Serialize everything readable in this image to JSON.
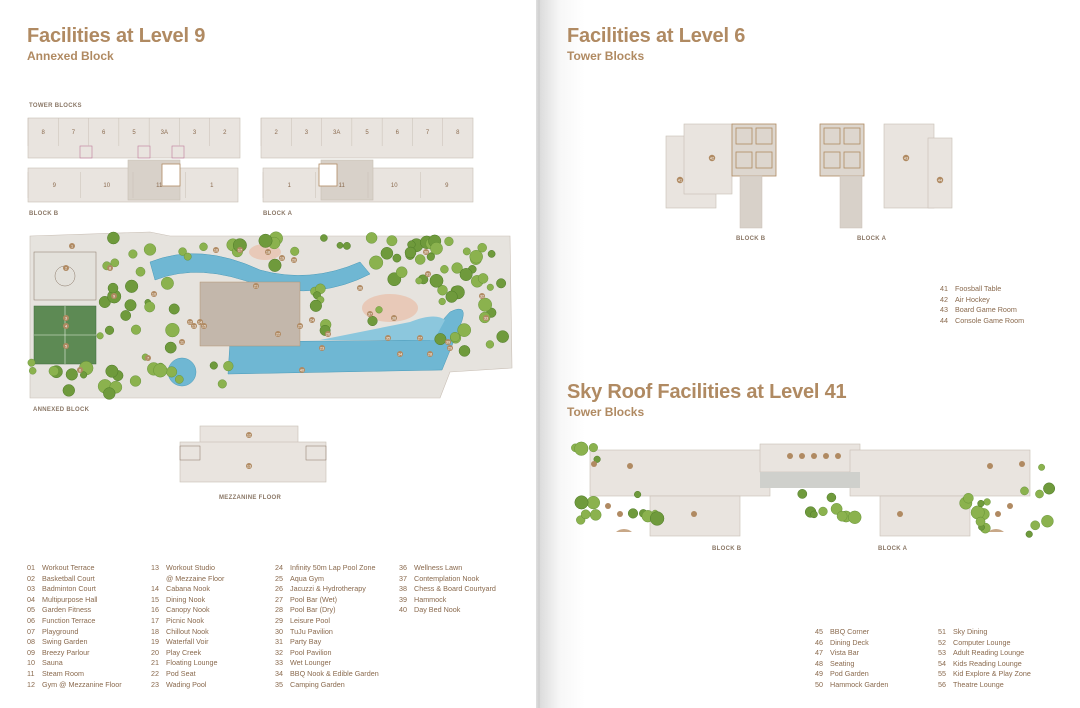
{
  "left_page": {
    "title": "Facilities at Level 9",
    "subtitle": "Annexed Block",
    "labels": {
      "tower_blocks": "TOWER BLOCKS",
      "block_b": "BLOCK B",
      "block_a": "BLOCK A",
      "annexed_block": "ANNEXED BLOCK",
      "mezzanine_floor": "MEZZANINE FLOOR"
    },
    "block_b_top_units": [
      "8",
      "7",
      "6",
      "5",
      "3A",
      "3",
      "2"
    ],
    "block_b_bottom_units": [
      "9",
      "10",
      "11",
      "1"
    ],
    "block_a_top_units": [
      "2",
      "3",
      "3A",
      "5",
      "6",
      "7",
      "8"
    ],
    "block_a_bottom_units": [
      "1",
      "11",
      "10",
      "9"
    ],
    "legend": [
      [
        {
          "num": "01",
          "name": "Workout Terrace"
        },
        {
          "num": "02",
          "name": "Basketball Court"
        },
        {
          "num": "03",
          "name": "Badminton Court"
        },
        {
          "num": "04",
          "name": "Multipurpose Hall"
        },
        {
          "num": "05",
          "name": "Garden Fitness"
        },
        {
          "num": "06",
          "name": "Function Terrace"
        },
        {
          "num": "07",
          "name": "Playground"
        },
        {
          "num": "08",
          "name": "Swing Garden"
        },
        {
          "num": "09",
          "name": "Breezy Parlour"
        },
        {
          "num": "10",
          "name": "Sauna"
        },
        {
          "num": "11",
          "name": "Steam Room"
        },
        {
          "num": "12",
          "name": "Gym @ Mezzanine Floor"
        }
      ],
      [
        {
          "num": "13",
          "name": "Workout Studio"
        },
        {
          "num": "",
          "name": "@ Mezzaine Floor"
        },
        {
          "num": "14",
          "name": "Cabana Nook"
        },
        {
          "num": "15",
          "name": "Dining Nook"
        },
        {
          "num": "16",
          "name": "Canopy Nook"
        },
        {
          "num": "17",
          "name": "Picnic Nook"
        },
        {
          "num": "18",
          "name": "Chillout Nook"
        },
        {
          "num": "19",
          "name": "Waterfall Voir"
        },
        {
          "num": "20",
          "name": "Play Creek"
        },
        {
          "num": "21",
          "name": "Floating Lounge"
        },
        {
          "num": "22",
          "name": "Pod Seat"
        },
        {
          "num": "23",
          "name": "Wading Pool"
        }
      ],
      [
        {
          "num": "24",
          "name": "Infinity 50m Lap Pool Zone"
        },
        {
          "num": "25",
          "name": "Aqua Gym"
        },
        {
          "num": "26",
          "name": "Jacuzzi & Hydrotherapy"
        },
        {
          "num": "27",
          "name": "Pool Bar (Wet)"
        },
        {
          "num": "28",
          "name": "Pool Bar (Dry)"
        },
        {
          "num": "29",
          "name": "Leisure Pool"
        },
        {
          "num": "30",
          "name": "TuJu Pavilion"
        },
        {
          "num": "31",
          "name": "Party Bay"
        },
        {
          "num": "32",
          "name": "Pool Pavilion"
        },
        {
          "num": "33",
          "name": "Wet Lounger"
        },
        {
          "num": "34",
          "name": "BBQ Nook & Edible Garden"
        },
        {
          "num": "35",
          "name": "Camping Garden"
        }
      ],
      [
        {
          "num": "36",
          "name": "Wellness Lawn"
        },
        {
          "num": "37",
          "name": "Contemplation Nook"
        },
        {
          "num": "38",
          "name": "Chess & Board Courtyard"
        },
        {
          "num": "39",
          "name": "Hammock"
        },
        {
          "num": "40",
          "name": "Day Bed Nook"
        }
      ]
    ]
  },
  "right_page": {
    "level6": {
      "title": "Facilities at Level 6",
      "subtitle": "Tower Blocks",
      "block_b": "BLOCK B",
      "block_a": "BLOCK A",
      "legend": [
        {
          "num": "41",
          "name": "Foosball Table"
        },
        {
          "num": "42",
          "name": "Air Hockey"
        },
        {
          "num": "43",
          "name": "Board Game Room"
        },
        {
          "num": "44",
          "name": "Console Game Room"
        }
      ]
    },
    "sky_roof": {
      "title": "Sky Roof Facilities at Level 41",
      "subtitle": "Tower Blocks",
      "block_b": "BLOCK B",
      "block_a": "BLOCK A",
      "legend": [
        [
          {
            "num": "45",
            "name": "BBQ Corner"
          },
          {
            "num": "46",
            "name": "Dining Deck"
          },
          {
            "num": "47",
            "name": "Vista Bar"
          },
          {
            "num": "48",
            "name": "Seating"
          },
          {
            "num": "49",
            "name": "Pod Garden"
          },
          {
            "num": "50",
            "name": "Hammock Garden"
          }
        ],
        [
          {
            "num": "51",
            "name": "Sky Dining"
          },
          {
            "num": "52",
            "name": "Computer Lounge"
          },
          {
            "num": "53",
            "name": "Adult Reading Lounge"
          },
          {
            "num": "54",
            "name": "Kids Reading Lounge"
          },
          {
            "num": "55",
            "name": "Kid Explore & Play Zone"
          },
          {
            "num": "56",
            "name": "Theatre Lounge"
          }
        ]
      ]
    }
  },
  "colors": {
    "accent": "#b08a62",
    "legend_text": "#8a6a4e",
    "water": "#6fb7d3",
    "greenery": "#6f9a3c",
    "building": "#e9e4df"
  }
}
